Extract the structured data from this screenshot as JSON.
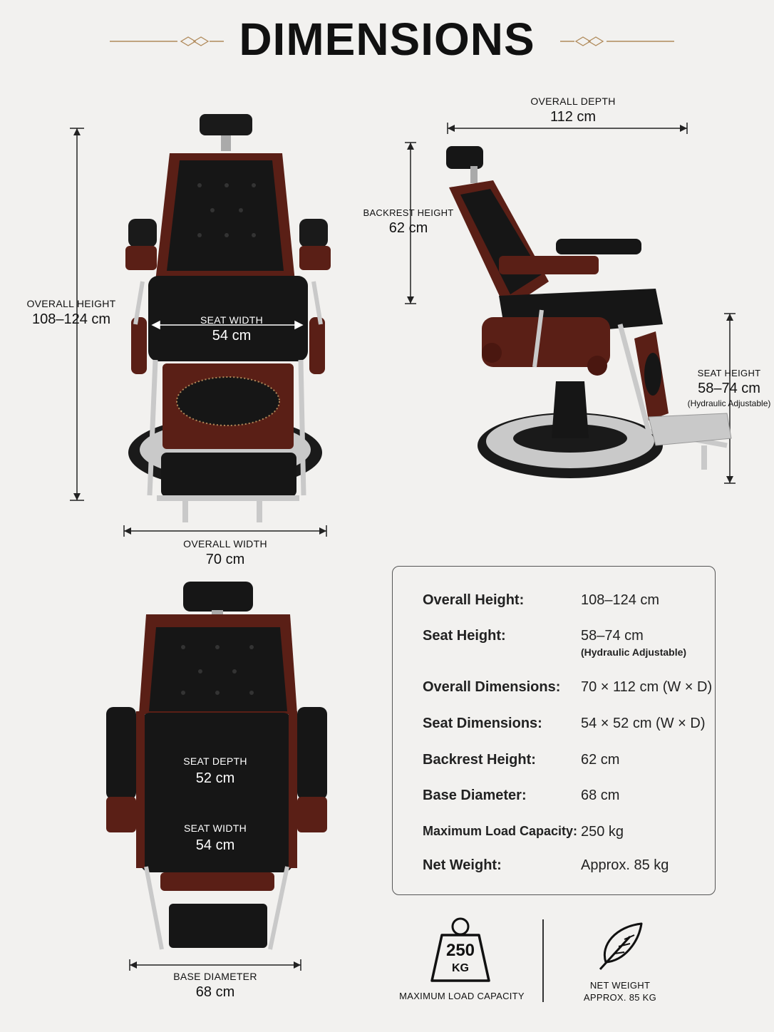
{
  "header": {
    "title": "DIMENSIONS"
  },
  "dims": {
    "overall_height": {
      "label": "OVERALL HEIGHT",
      "value": "108–124 cm"
    },
    "seat_width_front": {
      "label": "SEAT WIDTH",
      "value": "54 cm"
    },
    "overall_width": {
      "label": "OVERALL WIDTH",
      "value": "70 cm"
    },
    "overall_depth": {
      "label": "OVERALL DEPTH",
      "value": "112 cm"
    },
    "backrest_height": {
      "label": "BACKREST HEIGHT",
      "value": "62 cm"
    },
    "seat_height": {
      "label": "SEAT HEIGHT",
      "value": "58–74 cm",
      "note": "(Hydraulic Adjustable)"
    },
    "seat_depth": {
      "label": "SEAT DEPTH",
      "value": "52 cm"
    },
    "seat_width_top": {
      "label": "SEAT WIDTH",
      "value": "54 cm"
    },
    "base_diameter": {
      "label": "BASE DIAMETER",
      "value": "68 cm"
    }
  },
  "specs": [
    {
      "key": "Overall Height:",
      "value": "108–124 cm"
    },
    {
      "key": "Seat Height:",
      "value": "58–74 cm",
      "note": "(Hydraulic Adjustable)"
    },
    {
      "key": "Overall Dimensions:",
      "value": "70 × 112 cm (W × D)"
    },
    {
      "key": "Seat Dimensions:",
      "value": "54 × 52 cm (W × D)"
    },
    {
      "key": "Backrest Height:",
      "value": "62 cm"
    },
    {
      "key": "Base Diameter:",
      "value": "68 cm"
    },
    {
      "key": "Maximum Load Capacity:",
      "value": "250 kg"
    },
    {
      "key": "Net Weight:",
      "value": "Approx. 85 kg"
    }
  ],
  "badges": {
    "load": {
      "number": "250",
      "unit": "KG",
      "caption": "MAXIMUM LOAD CAPACITY",
      "icon": "weight-icon"
    },
    "weight": {
      "caption_line1": "NET WEIGHT",
      "caption_line2": "APPROX.  85 KG",
      "icon": "feather-icon"
    }
  },
  "colors": {
    "leather": "#161616",
    "wood": "#5a1f16",
    "chrome": "#c9c9c9",
    "ornament": "#b08a5a",
    "background": "#f2f1ef"
  }
}
